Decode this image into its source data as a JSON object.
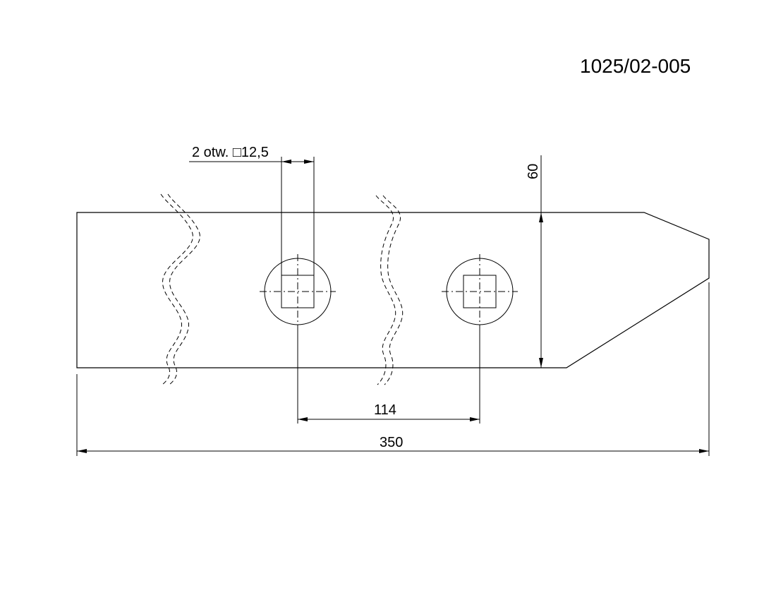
{
  "drawing": {
    "number": "1025/02-005",
    "hole_note": "2 otw. □12,5",
    "dim_height": "60",
    "dim_spacing": "114",
    "dim_length": "350"
  }
}
